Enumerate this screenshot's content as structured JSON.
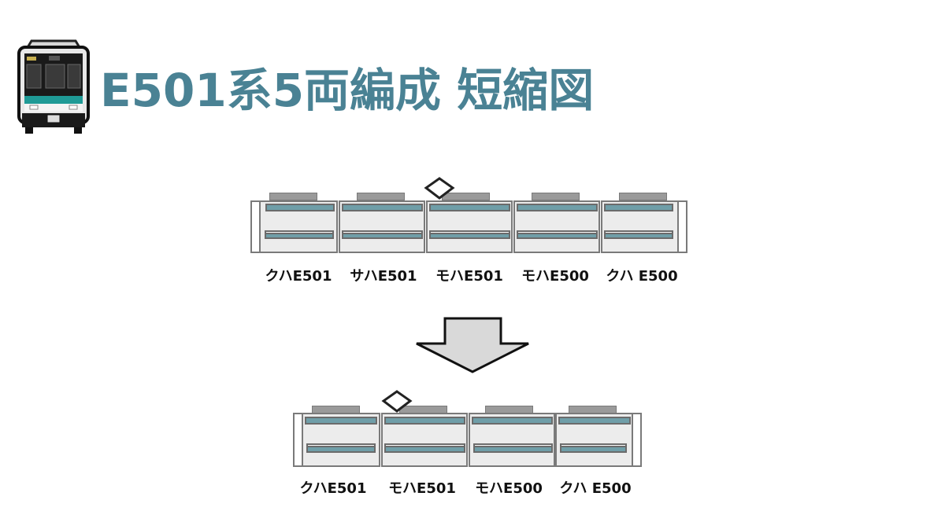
{
  "title": "E501系5両編成 短縮図",
  "icons": {
    "header": "train-front-icon",
    "arrow": "down-arrow-icon",
    "pantograph": "pantograph-diamond-icon"
  },
  "colors": {
    "title": "#4a8294",
    "window": "#6f9ea8",
    "body": "#ececec",
    "roof": "#9a9a9a",
    "outline": "#7a7a7a",
    "arrow_fill": "#d9d9d9"
  },
  "before": {
    "car_count": 5,
    "cars": [
      {
        "label": "クハE501"
      },
      {
        "label": "サハE501"
      },
      {
        "label": "モハE501",
        "pantograph": true
      },
      {
        "label": "モハE500"
      },
      {
        "label": "クハ E500"
      }
    ]
  },
  "after": {
    "car_count": 4,
    "cars": [
      {
        "label": "クハE501"
      },
      {
        "label": "モハE501",
        "pantograph": true
      },
      {
        "label": "モハE500"
      },
      {
        "label": "クハ E500"
      }
    ]
  }
}
